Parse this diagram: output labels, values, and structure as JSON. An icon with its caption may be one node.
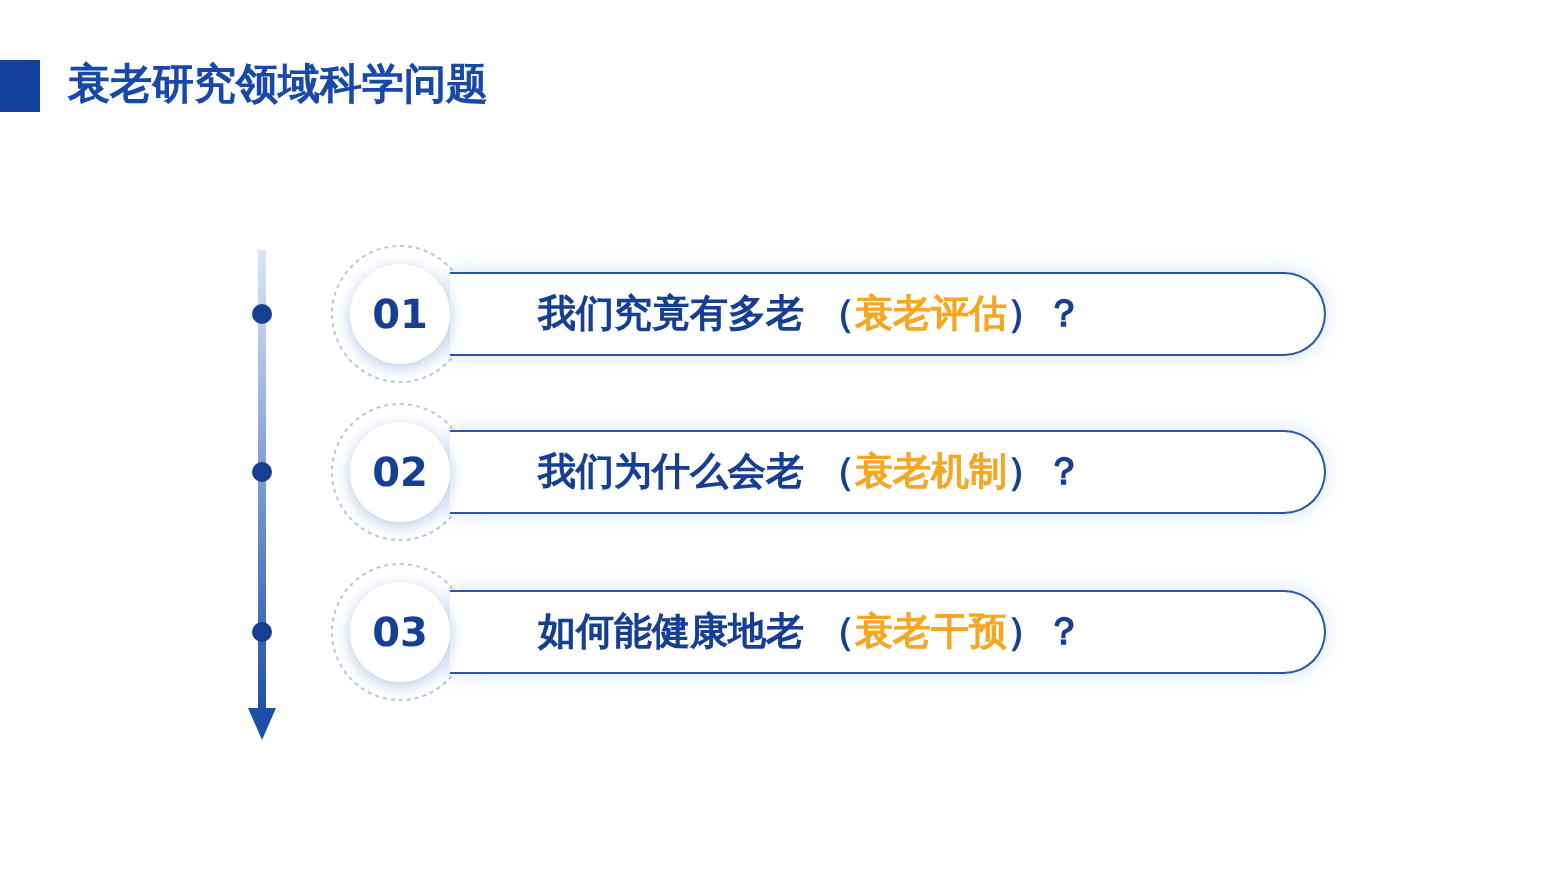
{
  "diagram": {
    "title": "衰老研究领域科学问题",
    "nodes": [
      {
        "text": [
          "01"
        ]
      },
      {
        "text": [
          "我们究竟有多老 （**衰老评估**）？"
        ]
      },
      {
        "text": [
          "02"
        ]
      },
      {
        "text": [
          "我们为什么会老 （**衰老机制**）？"
        ]
      },
      {
        "text": [
          "03"
        ]
      },
      {
        "text": [
          "如何能健康地老 （**衰老干预**）？"
        ]
      }
    ]
  }
}
